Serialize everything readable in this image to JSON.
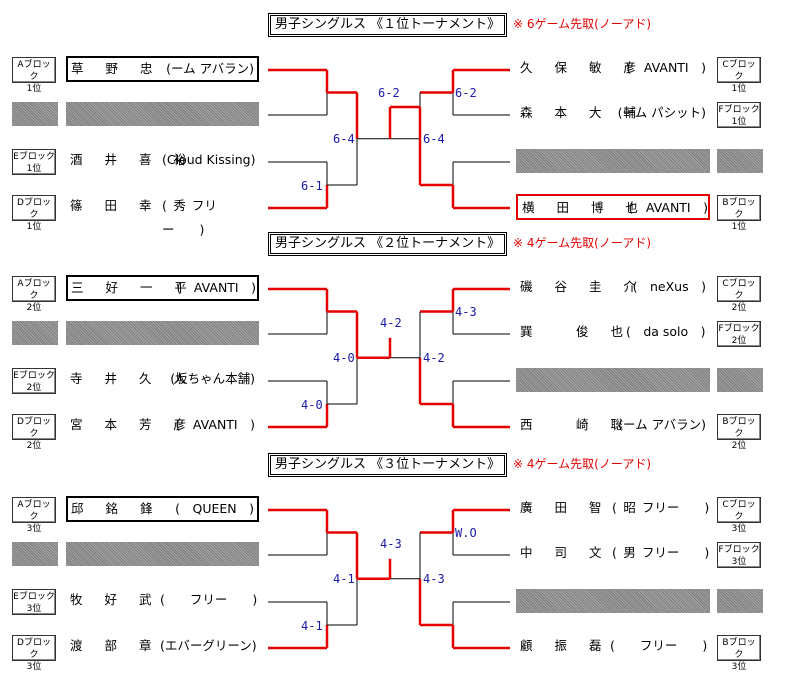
{
  "sections": [
    {
      "title": "男子シングルス 《１位トーナメント》",
      "note": "※ 6ゲーム先取(ノーアド)",
      "left": [
        {
          "block": [
            "Aブロック",
            "1位"
          ],
          "name": "草 野 忠",
          "team": "(ーム アバラン)",
          "box": true,
          "gray": false
        },
        {
          "block": null,
          "name": "",
          "team": "",
          "box": false,
          "gray": true
        },
        {
          "block": [
            "Eブロック",
            "1位"
          ],
          "name": "酒 井 喜 裕",
          "team": "(Cloud Kissing)",
          "box": false,
          "gray": false
        },
        {
          "block": [
            "Dブロック",
            "1位"
          ],
          "name": "篠 田 幸 秀",
          "team": "(　　フリー　　)",
          "box": false,
          "gray": false
        }
      ],
      "right": [
        {
          "block": [
            "Cブロック",
            "1位"
          ],
          "name": "久 保 敏 彦",
          "team": "(　AVANTI　)",
          "box": false,
          "gray": false
        },
        {
          "block": [
            "Fブロック",
            "1位"
          ],
          "name": "森 本 大 輔",
          "team": "(ーム パシット)",
          "box": false,
          "gray": false
        },
        {
          "block": null,
          "name": "",
          "team": "",
          "box": false,
          "gray": true
        },
        {
          "block": [
            "Bブロック",
            "1位"
          ],
          "name": "横 田 博 也",
          "team": "(　AVANTI　)",
          "box": true,
          "gray": false
        }
      ],
      "scores": {
        "l1": "",
        "l2": "6-1",
        "lf": "6-4",
        "r1": "6-2",
        "r2": "",
        "rf": "6-4",
        "final": "6-2"
      }
    },
    {
      "title": "男子シングルス 《２位トーナメント》",
      "note": "※ 4ゲーム先取(ノーアド)",
      "left": [
        {
          "block": [
            "Aブロック",
            "2位"
          ],
          "name": "三 好 一 平",
          "team": "(　AVANTI　)",
          "box": true,
          "gray": false
        },
        {
          "block": null,
          "name": "",
          "team": "",
          "box": false,
          "gray": true
        },
        {
          "block": [
            "Eブロック",
            "2位"
          ],
          "name": "寺 井 久 人",
          "team": "(坂ちゃん本舗)",
          "box": false,
          "gray": false
        },
        {
          "block": [
            "Dブロック",
            "2位"
          ],
          "name": "宮 本 芳 彦",
          "team": "(　AVANTI　)",
          "box": false,
          "gray": false
        }
      ],
      "right": [
        {
          "block": [
            "Cブロック",
            "2位"
          ],
          "name": "磯 谷 圭 介",
          "team": "(　neXus　)",
          "box": false,
          "gray": false
        },
        {
          "block": [
            "Fブロック",
            "2位"
          ],
          "name": "巽　 俊 也",
          "team": "(　da solo　)",
          "box": false,
          "gray": false
        },
        {
          "block": null,
          "name": "",
          "team": "",
          "box": false,
          "gray": true
        },
        {
          "block": [
            "Bブロック",
            "2位"
          ],
          "name": "西　 崎 聡",
          "team": "(ーム アバラン)",
          "box": false,
          "gray": false
        }
      ],
      "scores": {
        "l1": "",
        "l2": "4-0",
        "lf": "4-0",
        "r1": "4-3",
        "r2": "",
        "rf": "4-2",
        "final": "4-2"
      }
    },
    {
      "title": "男子シングルス 《３位トーナメント》",
      "note": "※ 4ゲーム先取(ノーアド)",
      "left": [
        {
          "block": [
            "Aブロック",
            "3位"
          ],
          "name": "邱 銘 鋒",
          "team": "(　QUEEN　)",
          "box": true,
          "gray": false
        },
        {
          "block": null,
          "name": "",
          "team": "",
          "box": false,
          "gray": true
        },
        {
          "block": [
            "Eブロック",
            "3位"
          ],
          "name": "牧 好 武",
          "team": "(　　フリー　　)",
          "box": false,
          "gray": false
        },
        {
          "block": [
            "Dブロック",
            "3位"
          ],
          "name": "渡 部 章",
          "team": "(エバーグリーン)",
          "box": false,
          "gray": false
        }
      ],
      "right": [
        {
          "block": [
            "Cブロック",
            "3位"
          ],
          "name": "廣 田 智 昭",
          "team": "(　　フリー　　)",
          "box": false,
          "gray": false
        },
        {
          "block": [
            "Fブロック",
            "3位"
          ],
          "name": "中 司 文 男",
          "team": "(　　フリー　　)",
          "box": false,
          "gray": false
        },
        {
          "block": null,
          "name": "",
          "team": "",
          "box": false,
          "gray": true
        },
        {
          "block": [
            "Bブロック",
            "3位"
          ],
          "name": "顧 振 磊",
          "team": "(　　フリー　　)",
          "box": false,
          "gray": false
        }
      ],
      "scores": {
        "l1": "",
        "l2": "4-1",
        "lf": "4-1",
        "r1": "W.O",
        "r2": "",
        "rf": "4-3",
        "final": "4-3"
      }
    }
  ]
}
